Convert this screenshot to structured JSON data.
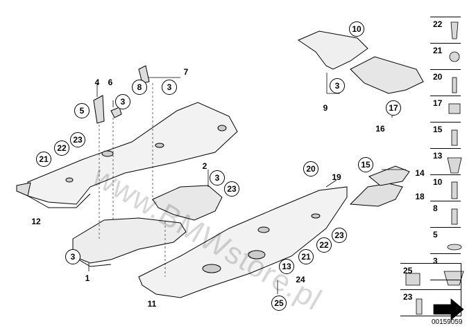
{
  "watermark": "www.BMWstore.pl",
  "part_number": "00159059",
  "circled_labels": {
    "c10": "10",
    "c3_top_right": "3",
    "c17": "17",
    "c8": "8",
    "c3_b": "3",
    "c3_a": "3",
    "c5": "5",
    "c23_a": "23",
    "c22_a": "22",
    "c21_a": "21",
    "c3_mid": "3",
    "c23_b": "23",
    "c20": "20",
    "c15": "15",
    "c23_c": "23",
    "c22_b": "22",
    "c21_b": "21",
    "c13": "13",
    "c25": "25",
    "c3_low": "3"
  },
  "plain_labels": {
    "l9": "9",
    "l16": "16",
    "l4": "4",
    "l6": "6",
    "l7": "7",
    "l2": "2",
    "l12": "12",
    "l1": "1",
    "l11": "11",
    "l19": "19",
    "l14": "14",
    "l18": "18",
    "l24": "24"
  },
  "legend": {
    "items": [
      "22",
      "21",
      "20",
      "17",
      "15",
      "13",
      "10",
      "8",
      "5",
      "3"
    ],
    "bottom_left": [
      "25",
      "23"
    ]
  }
}
